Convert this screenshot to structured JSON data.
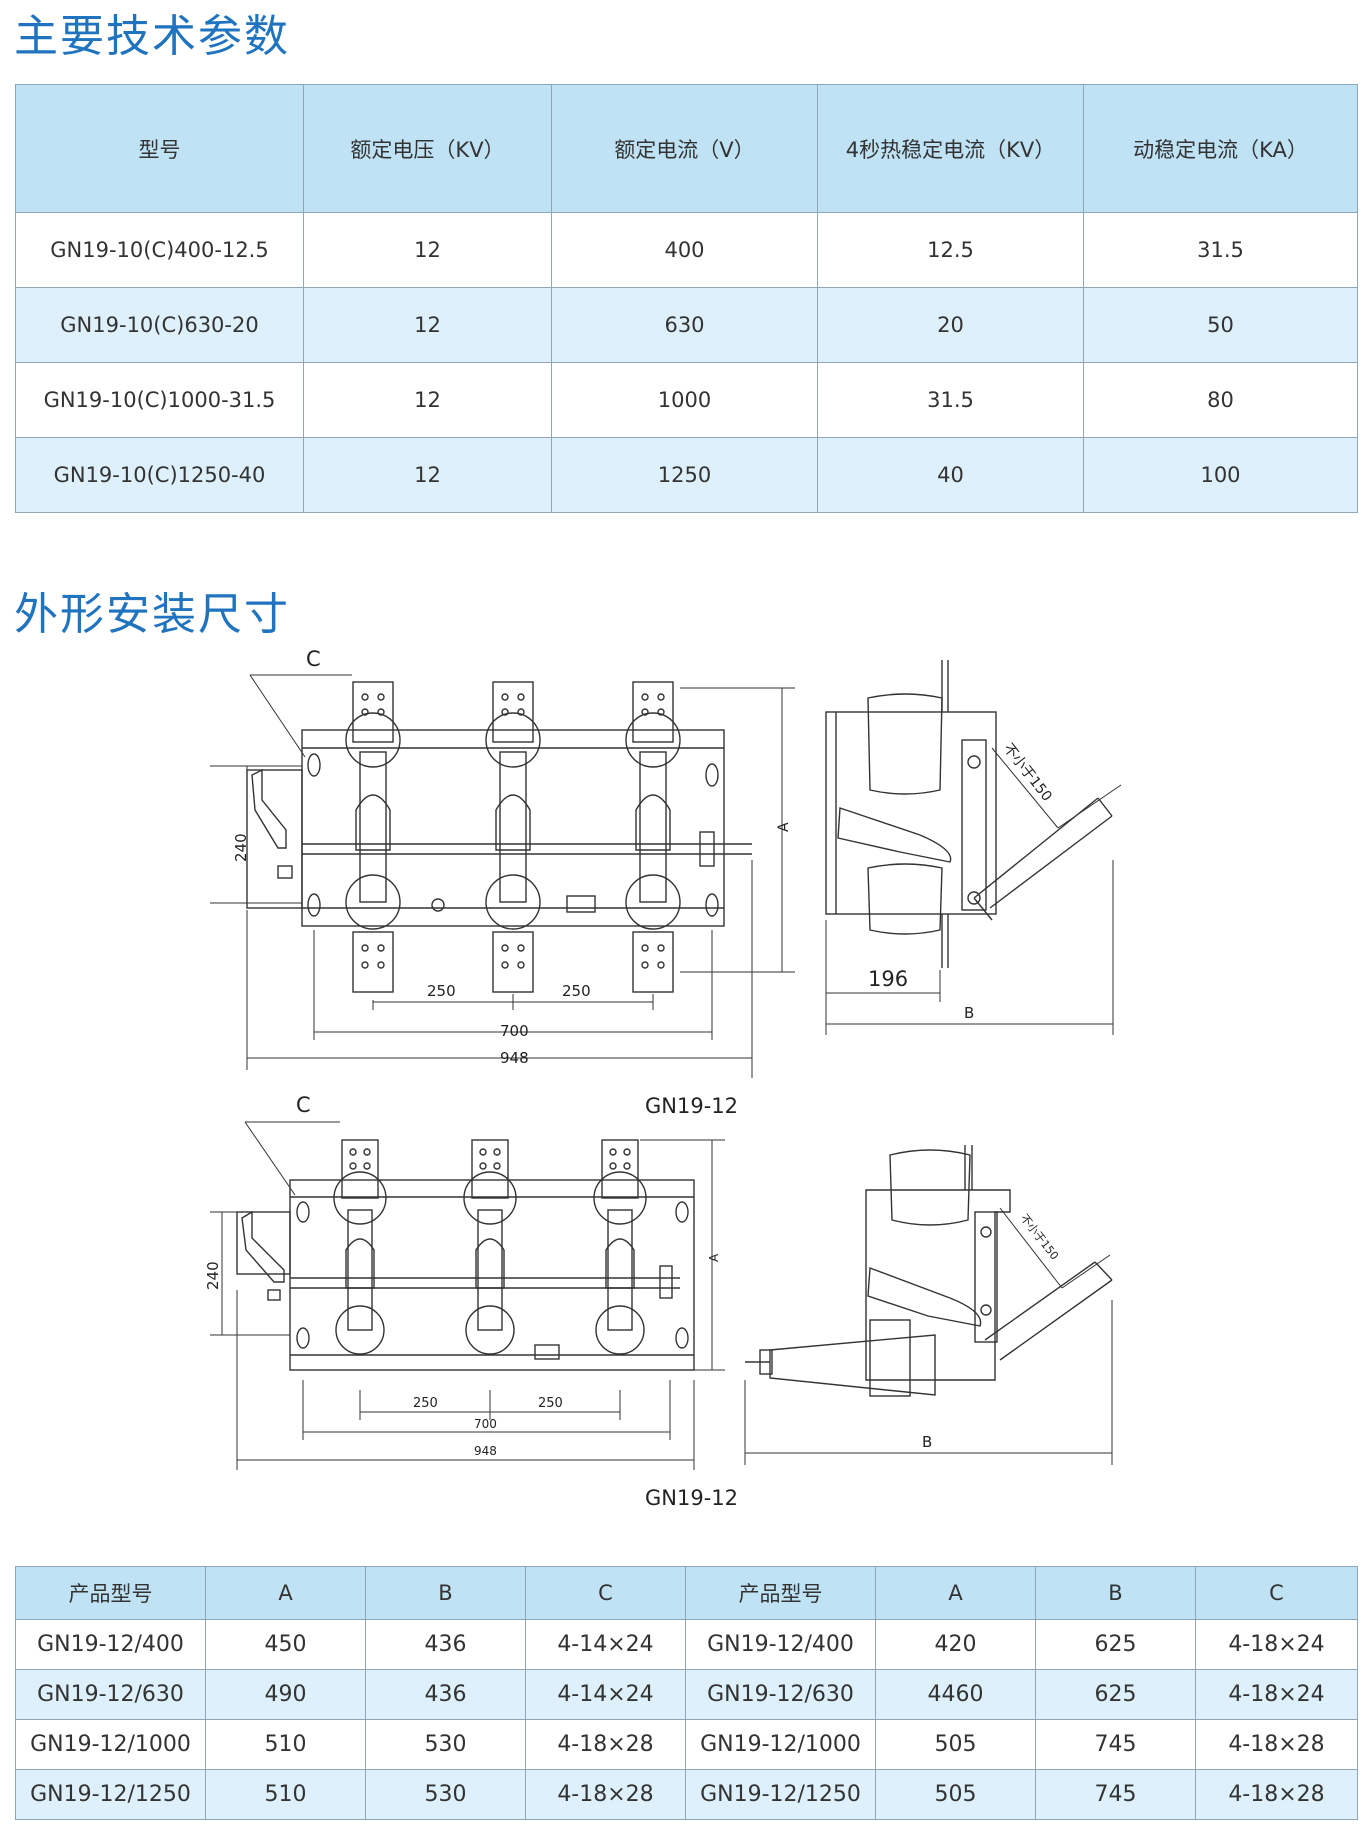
{
  "section1": {
    "title": "主要技术参数"
  },
  "section2": {
    "title": "外形安装尺寸"
  },
  "spec_table": {
    "headers": [
      "型号",
      "额定电压（KV）",
      "额定电流（V）",
      "4秒热稳定电流（KV）",
      "动稳定电流（KA）"
    ],
    "rows": [
      [
        "GN19-10(C)400-12.5",
        "12",
        "400",
        "12.5",
        "31.5"
      ],
      [
        "GN19-10(C)630-20",
        "12",
        "630",
        "20",
        "50"
      ],
      [
        "GN19-10(C)1000-31.5",
        "12",
        "1000",
        "31.5",
        "80"
      ],
      [
        "GN19-10(C)1250-40",
        "12",
        "1250",
        "40",
        "100"
      ]
    ]
  },
  "drawing1": {
    "label_c": "C",
    "dim_240": "240",
    "dim_250a": "250",
    "dim_250b": "250",
    "dim_700": "700",
    "dim_948": "948",
    "dim_a": "A",
    "caption": "GN19-12",
    "side_196": "196",
    "side_b": "B",
    "side_note": "不小于150"
  },
  "drawing2": {
    "label_c": "C",
    "dim_240": "240",
    "dim_250a": "250",
    "dim_250b": "250",
    "dim_700": "700",
    "dim_948": "948",
    "dim_a": "A",
    "caption": "GN19-12",
    "side_b": "B",
    "side_note": "不小于150"
  },
  "dim_table": {
    "headers": [
      "产品型号",
      "A",
      "B",
      "C",
      "产品型号",
      "A",
      "B",
      "C"
    ],
    "rows": [
      [
        "GN19-12/400",
        "450",
        "436",
        "4-14×24",
        "GN19-12/400",
        "420",
        "625",
        "4-18×24"
      ],
      [
        "GN19-12/630",
        "490",
        "436",
        "4-14×24",
        "GN19-12/630",
        "4460",
        "625",
        "4-18×24"
      ],
      [
        "GN19-12/1000",
        "510",
        "530",
        "4-18×28",
        "GN19-12/1000",
        "505",
        "745",
        "4-18×28"
      ],
      [
        "GN19-12/1250",
        "510",
        "530",
        "4-18×28",
        "GN19-12/1250",
        "505",
        "745",
        "4-18×28"
      ]
    ]
  }
}
